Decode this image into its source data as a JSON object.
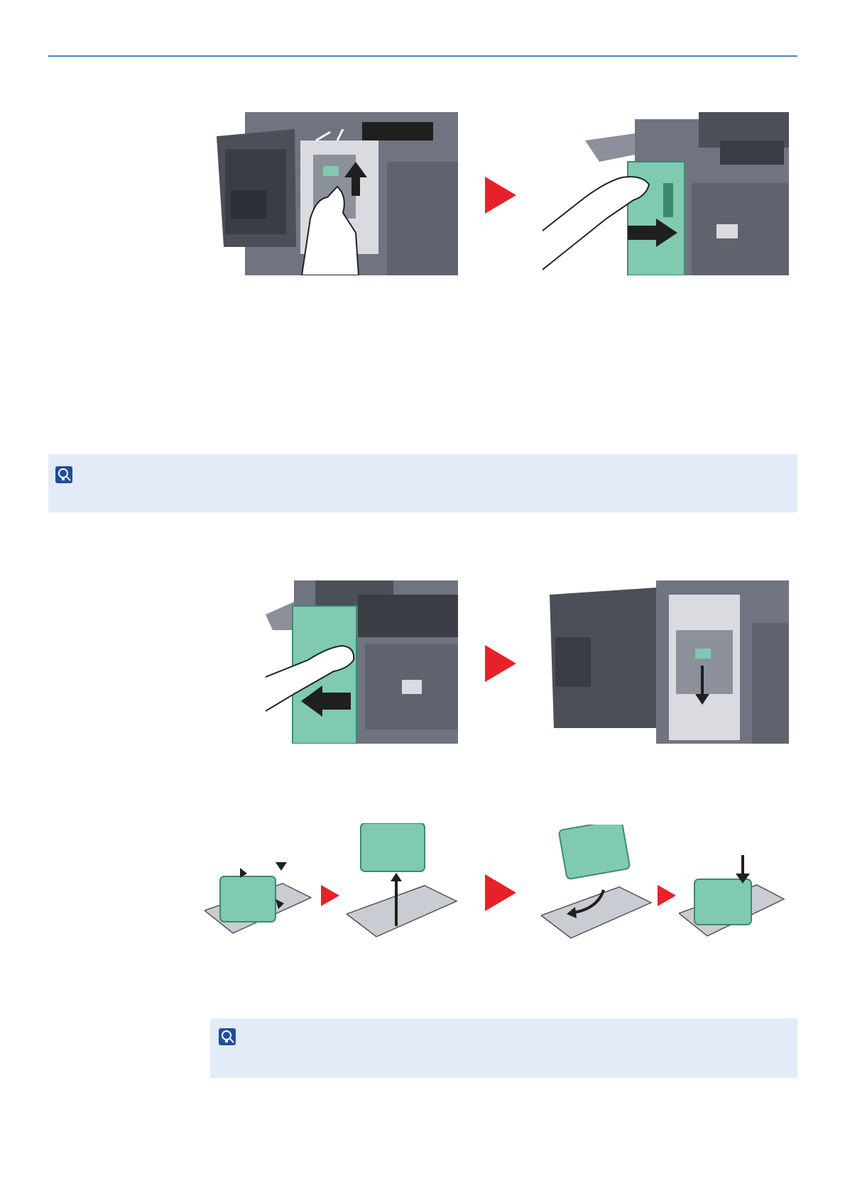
{
  "colors": {
    "rule": "#4a7fd6",
    "note_background": "#e3ebf8",
    "arrow": "#e6212a",
    "machine_body": "#6f7480",
    "machine_dark": "#4b4f58",
    "green_part": "#7fcab0",
    "green_dark": "#3c8a70"
  },
  "icons": {
    "note": "note-lightbulb-icon",
    "step_arrow": "red-triangle-right-icon"
  },
  "figures": [
    {
      "name": "figure-step-a-close-cover-left",
      "description_icon": "stapler-press-illustration"
    },
    {
      "name": "figure-step-a-close-cover-right",
      "description_icon": "close-front-cover-illustration"
    },
    {
      "name": "figure-step-b-open-cover-left",
      "description_icon": "open-front-cover-illustration"
    },
    {
      "name": "figure-step-b-open-cover-right",
      "description_icon": "remove-staple-unit-illustration"
    },
    {
      "name": "figure-step-c-1",
      "description_icon": "staple-cartridge-squeeze-illustration"
    },
    {
      "name": "figure-step-c-2",
      "description_icon": "staple-cartridge-lift-illustration"
    },
    {
      "name": "figure-step-c-3",
      "description_icon": "staple-cartridge-insert-illustration"
    },
    {
      "name": "figure-step-c-4",
      "description_icon": "staple-cartridge-push-illustration"
    }
  ]
}
